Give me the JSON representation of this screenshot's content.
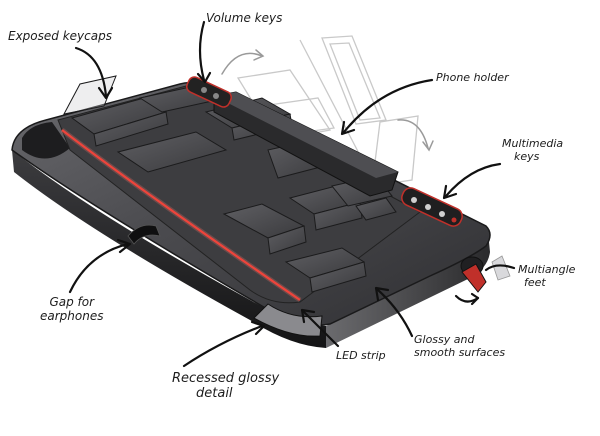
{
  "annotations": {
    "exposed_keycaps": "Exposed keycaps",
    "volume_keys": "Volume keys",
    "phone_holder": "Phone holder",
    "multimedia_keys": {
      "line1": "Multimedia",
      "line2": "keys"
    },
    "gap_for_earphones": {
      "line1": "Gap for",
      "line2": "earphones"
    },
    "multiangle_feet": {
      "line1": "Multiangle",
      "line2": "feet"
    },
    "led_strip": "LED strip",
    "glossy_smooth": {
      "line1": "Glossy and",
      "line2": "smooth surfaces"
    },
    "recessed_glossy": {
      "line1": "Recessed glossy",
      "line2": "detail"
    }
  },
  "colors": {
    "body_dark": "#2e2e30",
    "top_surface": "#4a4a4d",
    "led_red": "#e8322a",
    "accent_red": "#c0302a",
    "ink": "#111111"
  }
}
